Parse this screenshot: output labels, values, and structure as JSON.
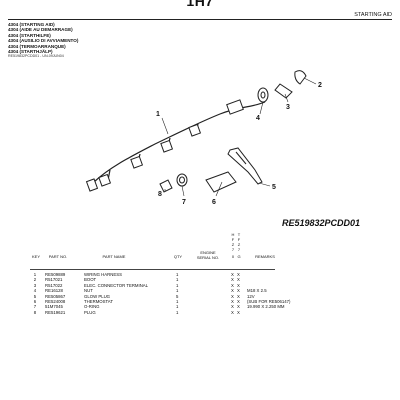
{
  "header": {
    "page_code": "1H7",
    "section": "STARTING AID"
  },
  "titles": [
    "4304 (STARTING AID)",
    "4304 (AIDE AU DEMARRAGE)",
    "4304 (STARTHILFE)",
    "4304 (AUSILIO DI AVVIAMENTO)",
    "4304 (TERMOARRANQUE)",
    "4304 (STARTHJÄLP)"
  ],
  "titles_ref": "RE519832PCDD01 - UN-09JUN04",
  "figure": {
    "id": "RE519832PCDD01",
    "callouts": [
      "1",
      "2",
      "3",
      "4",
      "5",
      "6",
      "7",
      "8"
    ]
  },
  "table": {
    "headers": {
      "key": "KEY",
      "part_no": "PART NO.",
      "part_name": "PART NAME",
      "qty": "QTY",
      "serial": "ENGINE SERIAL NO.",
      "models": [
        "H",
        "T",
        "F",
        "F",
        "Z",
        "Z",
        "7",
        "7",
        "0",
        "G"
      ],
      "remarks": "REMARKS"
    },
    "rows": [
      {
        "key": "1",
        "part_no": "RE509889",
        "part_name": "WIRING HARNESS",
        "qty": "1",
        "x1": "X",
        "x2": "X",
        "remarks": ""
      },
      {
        "key": "2",
        "part_no": "R517021",
        "part_name": "BOOT",
        "qty": "1",
        "x1": "X",
        "x2": "X",
        "remarks": ""
      },
      {
        "key": "3",
        "part_no": "R517022",
        "part_name": "ELEC. CONNECTOR TERMINAL",
        "qty": "1",
        "x1": "X",
        "x2": "X",
        "remarks": ""
      },
      {
        "key": "4",
        "part_no": "RE16128",
        "part_name": "NUT",
        "qty": "1",
        "x1": "X",
        "x2": "X",
        "remarks": "M18 X 2.5"
      },
      {
        "key": "5",
        "part_no": "RE505867",
        "part_name": "GLOW PLUG",
        "qty": "5",
        "x1": "X",
        "x2": "X",
        "remarks": "12V"
      },
      {
        "key": "6",
        "part_no": "RE524008",
        "part_name": "THERMOSTAT",
        "qty": "1",
        "x1": "X",
        "x2": "X",
        "remarks": "(SUB FOR RE506147)"
      },
      {
        "key": "7",
        "part_no": "51M7045",
        "part_name": "O-RING",
        "qty": "1",
        "x1": "X",
        "x2": "X",
        "remarks": "19.990 X 2.250 MM"
      },
      {
        "key": "8",
        "part_no": "RE519621",
        "part_name": "PLUG",
        "qty": "1",
        "x1": "X",
        "x2": "X",
        "remarks": ""
      }
    ]
  }
}
